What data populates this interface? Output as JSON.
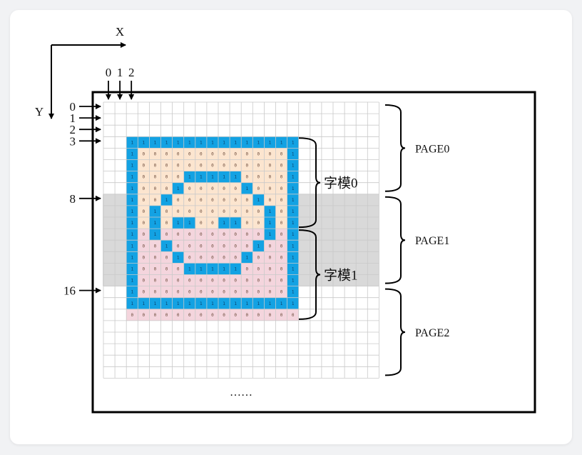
{
  "axes": {
    "x_label": "X",
    "y_label": "Y"
  },
  "column_labels": [
    "0",
    "1",
    "2"
  ],
  "row_labels": [
    {
      "row": 0,
      "text": "0"
    },
    {
      "row": 1,
      "text": "1"
    },
    {
      "row": 2,
      "text": "2"
    },
    {
      "row": 3,
      "text": "3"
    },
    {
      "row": 8,
      "text": "8"
    },
    {
      "row": 16,
      "text": "16"
    }
  ],
  "pages": [
    {
      "text": "PAGE0",
      "rows": [
        0,
        7
      ]
    },
    {
      "text": "PAGE1",
      "rows": [
        8,
        15
      ]
    },
    {
      "text": "PAGE2",
      "rows": [
        16,
        23
      ]
    }
  ],
  "fonts": [
    {
      "text": "字模0",
      "rows": [
        3,
        10
      ]
    },
    {
      "text": "字模1",
      "rows": [
        11,
        18
      ]
    }
  ],
  "ellipsis": "……",
  "grid": {
    "cols": 24,
    "rows": 24,
    "highlight_rows": [
      8,
      15
    ]
  },
  "font_bitmap": {
    "col_start": 2,
    "row_start": 3,
    "rows": [
      "111111111111111",
      "100000000000001",
      "100000000000001",
      "100001111100001",
      "100010000010001",
      "100100000001001",
      "101000000000101",
      "101011001100101",
      "101000000000101",
      "100100000001001",
      "100010000010001",
      "100001111100001",
      "100000000000001",
      "100000000000001",
      "111111111111111",
      "000000000000000"
    ]
  },
  "colors": {
    "one_fill": "#13a2e3",
    "zero_fill_font0": "#fce5cf",
    "zero_fill_font1": "#f4d5dd",
    "band": "#d9d9d9",
    "grid_line": "#c9c9c9",
    "frame": "#000000",
    "card": "#ffffff",
    "background": "#f1f2f4"
  }
}
